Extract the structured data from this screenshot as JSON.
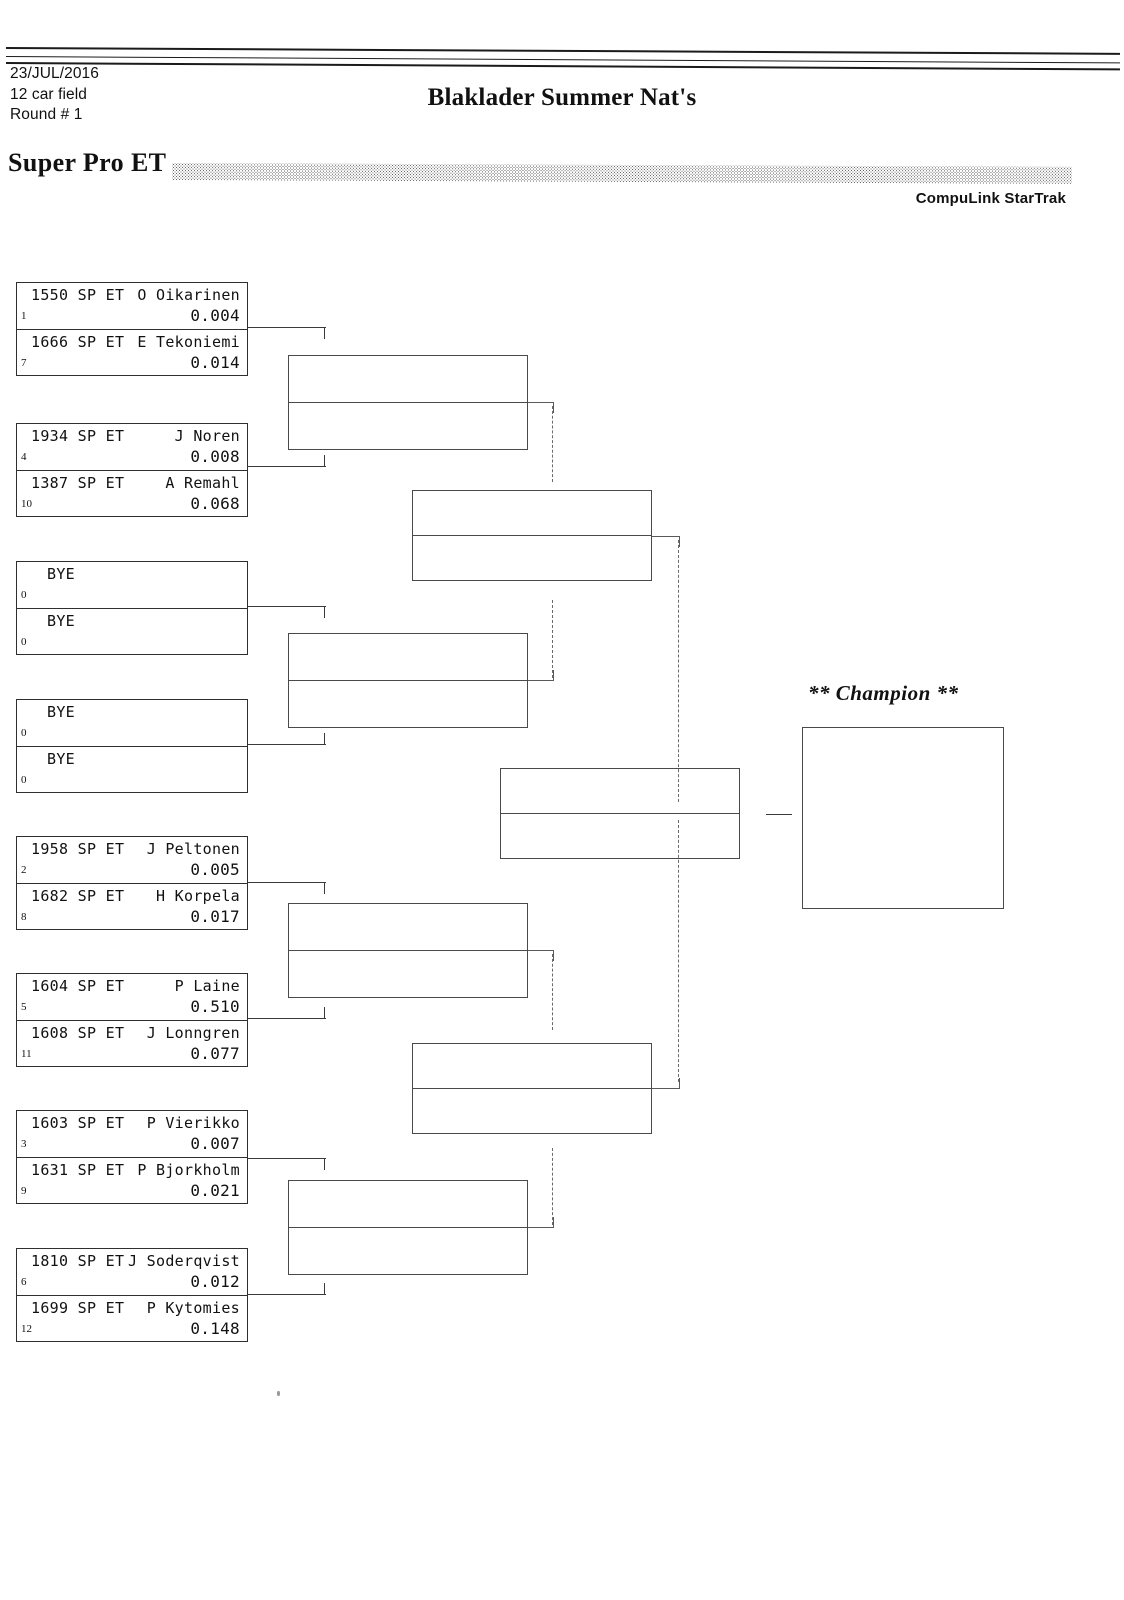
{
  "header": {
    "date": "23/JUL/2016",
    "field": "12 car field",
    "round": "Round # 1",
    "event_title": "Blaklader Summer Nat's",
    "class_title": "Super Pro ET",
    "vendor": "CompuLink StarTrak"
  },
  "champion": {
    "label": "** Champion **"
  },
  "bracket": {
    "round1": [
      {
        "top": {
          "car": "1550 SP ET",
          "driver": "O Oikarinen",
          "time": "0.004",
          "seed": "1"
        },
        "bottom": {
          "car": "1666 SP ET",
          "driver": "E Tekoniemi",
          "time": "0.014",
          "seed": "7"
        }
      },
      {
        "top": {
          "car": "1934 SP ET",
          "driver": "J Noren",
          "time": "0.008",
          "seed": "4"
        },
        "bottom": {
          "car": "1387 SP ET",
          "driver": "A Remahl",
          "time": "0.068",
          "seed": "10"
        }
      },
      {
        "top": {
          "car": "BYE",
          "driver": "",
          "time": "",
          "seed": "0"
        },
        "bottom": {
          "car": "BYE",
          "driver": "",
          "time": "",
          "seed": "0"
        }
      },
      {
        "top": {
          "car": "BYE",
          "driver": "",
          "time": "",
          "seed": "0"
        },
        "bottom": {
          "car": "BYE",
          "driver": "",
          "time": "",
          "seed": "0"
        }
      },
      {
        "top": {
          "car": "1958 SP ET",
          "driver": "J Peltonen",
          "time": "0.005",
          "seed": "2"
        },
        "bottom": {
          "car": "1682 SP ET",
          "driver": "H Korpela",
          "time": "0.017",
          "seed": "8"
        }
      },
      {
        "top": {
          "car": "1604 SP ET",
          "driver": "P Laine",
          "time": "0.510",
          "seed": "5"
        },
        "bottom": {
          "car": "1608 SP ET",
          "driver": "J Lonngren",
          "time": "0.077",
          "seed": "11"
        }
      },
      {
        "top": {
          "car": "1603 SP ET",
          "driver": "P Vierikko",
          "time": "0.007",
          "seed": "3"
        },
        "bottom": {
          "car": "1631 SP ET",
          "driver": "P Bjorkholm",
          "time": "0.021",
          "seed": "9"
        }
      },
      {
        "top": {
          "car": "1810 SP ET",
          "driver": "J Soderqvist",
          "time": "0.012",
          "seed": "6"
        },
        "bottom": {
          "car": "1699 SP ET",
          "driver": "P Kytomies",
          "time": "0.148",
          "seed": "12"
        }
      }
    ],
    "round2": [
      {
        "top": "",
        "bottom": ""
      },
      {
        "top": "",
        "bottom": ""
      },
      {
        "top": "",
        "bottom": ""
      },
      {
        "top": "",
        "bottom": ""
      }
    ],
    "round3": [
      {
        "top": "",
        "bottom": ""
      },
      {
        "top": "",
        "bottom": ""
      }
    ],
    "final": {
      "top": "",
      "bottom": ""
    }
  }
}
